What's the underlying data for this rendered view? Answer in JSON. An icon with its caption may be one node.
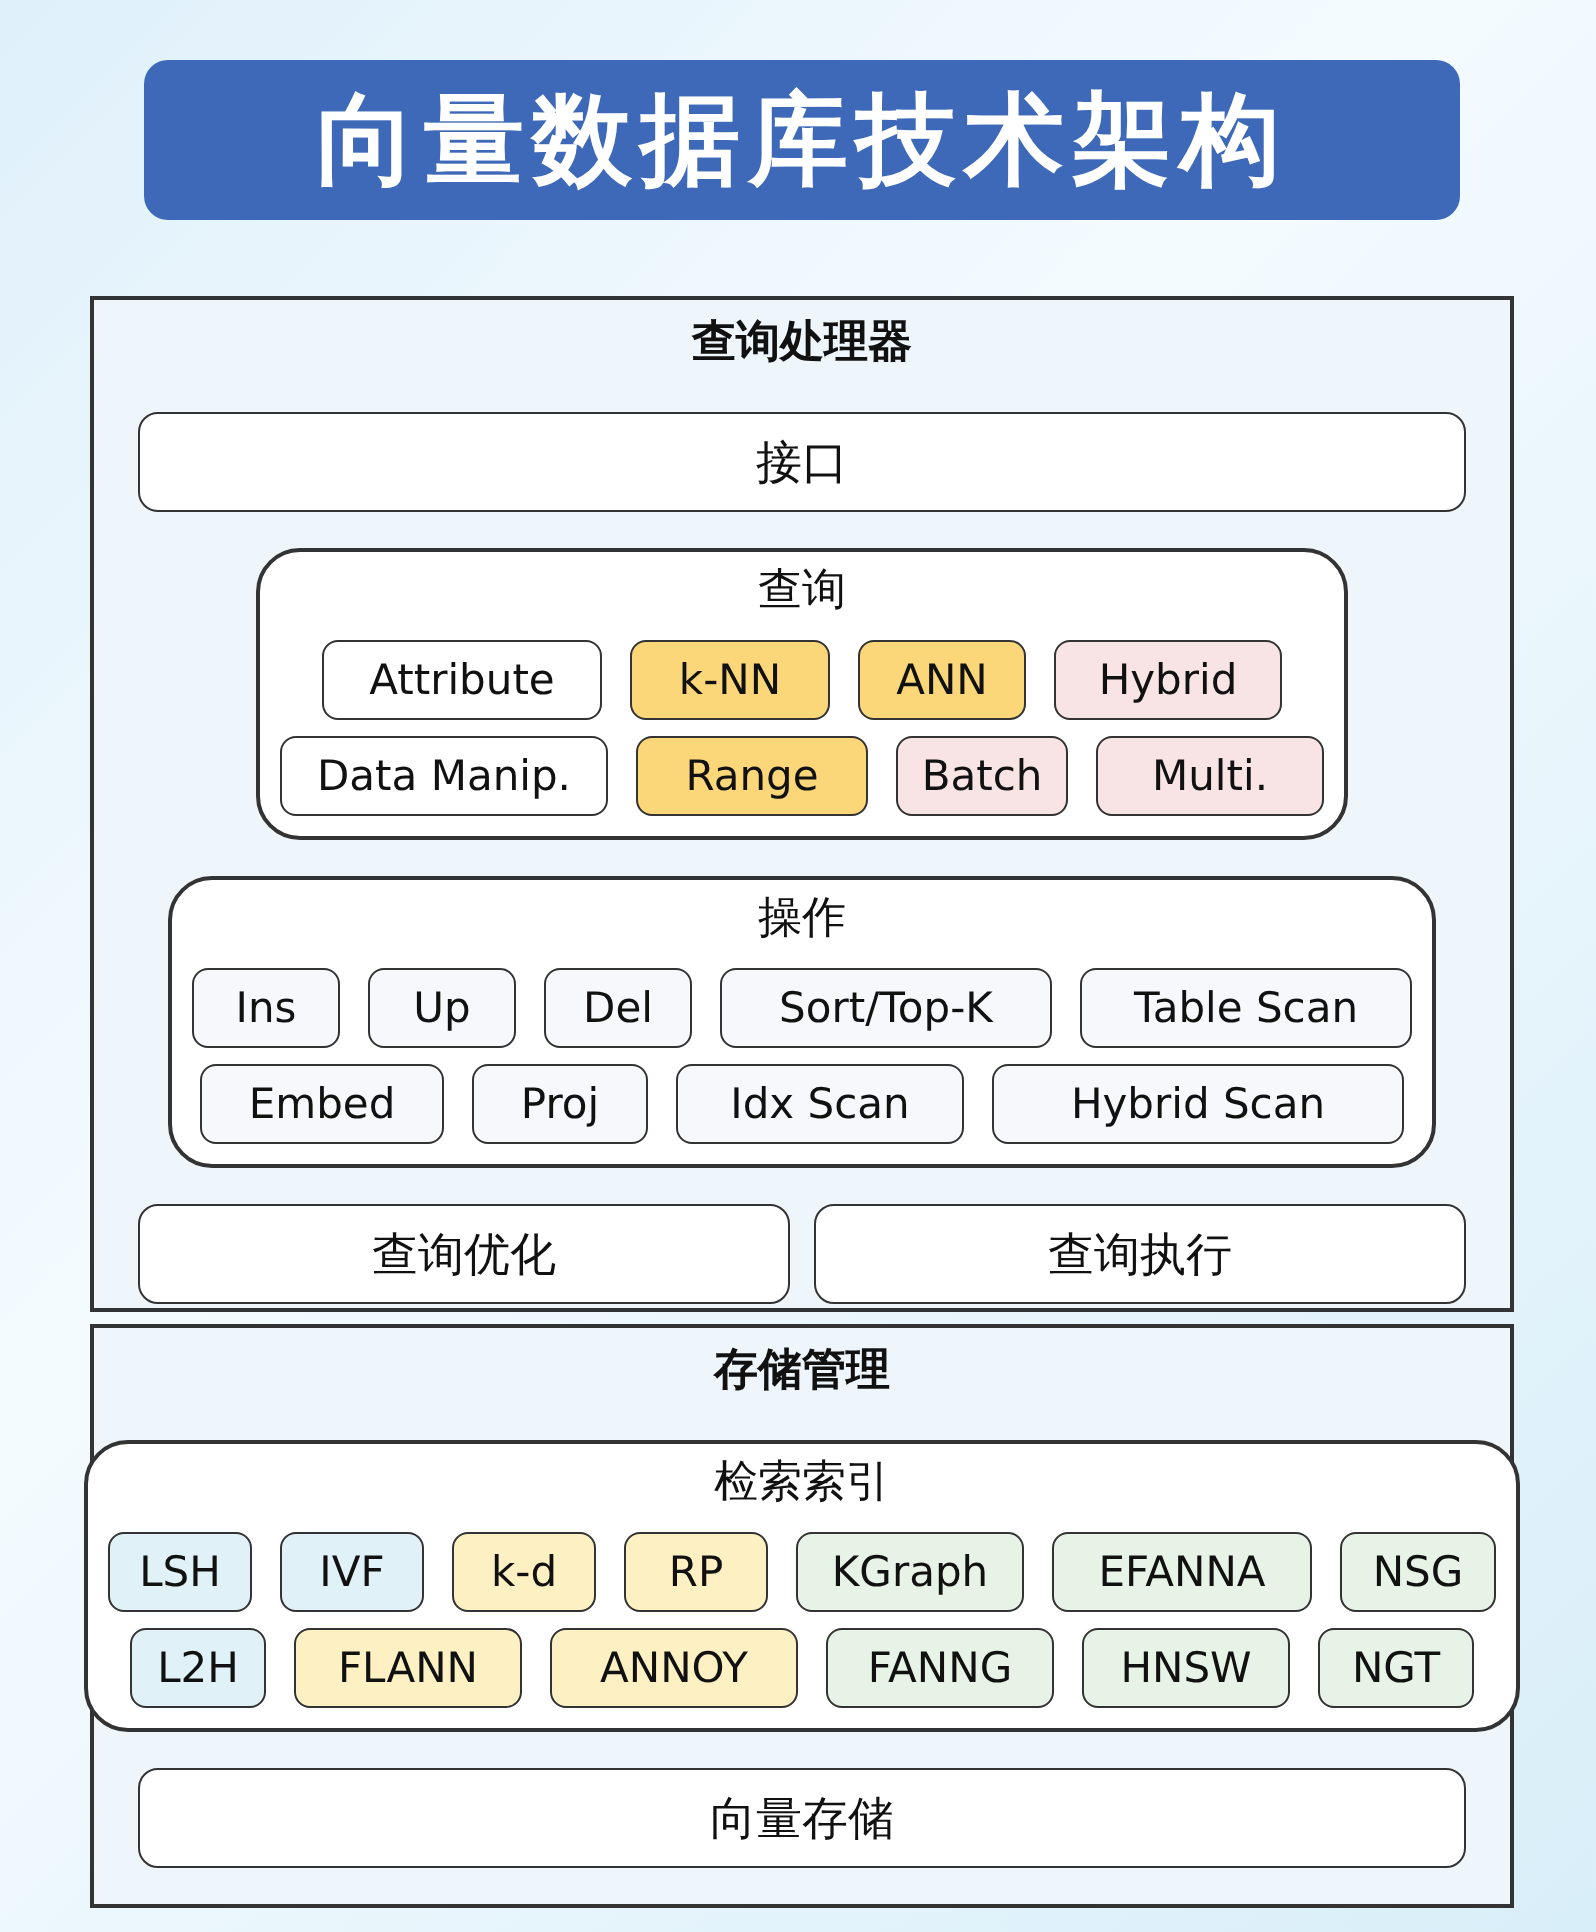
{
  "diagram": {
    "title": "向量数据库技术架构",
    "nodes": [
      {
        "text": [
          "查询处理器"
        ]
      },
      {
        "text": [
          "接口"
        ],
        "in": 0
      },
      {
        "text": [
          "查询"
        ],
        "in": 0
      },
      {
        "text": [
          "Attribute"
        ],
        "in": 2
      },
      {
        "text": [
          "k-NN"
        ],
        "in": 2
      },
      {
        "text": [
          "ANN"
        ],
        "in": 2
      },
      {
        "text": [
          "Hybrid"
        ],
        "in": 2
      },
      {
        "text": [
          "Data Manip."
        ],
        "in": 2
      },
      {
        "text": [
          "Range"
        ],
        "in": 2
      },
      {
        "text": [
          "Batch"
        ],
        "in": 2
      },
      {
        "text": [
          "Multi."
        ],
        "in": 2
      },
      {
        "text": [
          "操作"
        ],
        "in": 0
      },
      {
        "text": [
          "Ins"
        ],
        "in": 11
      },
      {
        "text": [
          "Up"
        ],
        "in": 11
      },
      {
        "text": [
          "Del"
        ],
        "in": 11
      },
      {
        "text": [
          "Sort/Top-K"
        ],
        "in": 11
      },
      {
        "text": [
          "Table Scan"
        ],
        "in": 11
      },
      {
        "text": [
          "Embed"
        ],
        "in": 11
      },
      {
        "text": [
          "Proj"
        ],
        "in": 11
      },
      {
        "text": [
          "Idx Scan"
        ],
        "in": 11
      },
      {
        "text": [
          "Hybrid Scan"
        ],
        "in": 11
      },
      {
        "text": [
          "查询优化"
        ],
        "in": 0
      },
      {
        "text": [
          "查询执行"
        ],
        "in": 0
      },
      {
        "text": [
          "存储管理"
        ]
      },
      {
        "text": [
          "检索索引"
        ],
        "in": 23
      },
      {
        "text": [
          "LSH"
        ],
        "in": 24
      },
      {
        "text": [
          "IVF"
        ],
        "in": 24
      },
      {
        "text": [
          "k-d"
        ],
        "in": 24
      },
      {
        "text": [
          "RP"
        ],
        "in": 24
      },
      {
        "text": [
          "KGraph"
        ],
        "in": 24
      },
      {
        "text": [
          "EFANNA"
        ],
        "in": 24
      },
      {
        "text": [
          "NSG"
        ],
        "in": 24
      },
      {
        "text": [
          "L2H"
        ],
        "in": 24
      },
      {
        "text": [
          "FLANN"
        ],
        "in": 24
      },
      {
        "text": [
          "ANNOY"
        ],
        "in": 24
      },
      {
        "text": [
          "FANNG"
        ],
        "in": 24
      },
      {
        "text": [
          "HNSW"
        ],
        "in": 24
      },
      {
        "text": [
          "NGT"
        ],
        "in": 24
      },
      {
        "text": [
          "向量存储"
        ],
        "in": 23
      }
    ]
  }
}
